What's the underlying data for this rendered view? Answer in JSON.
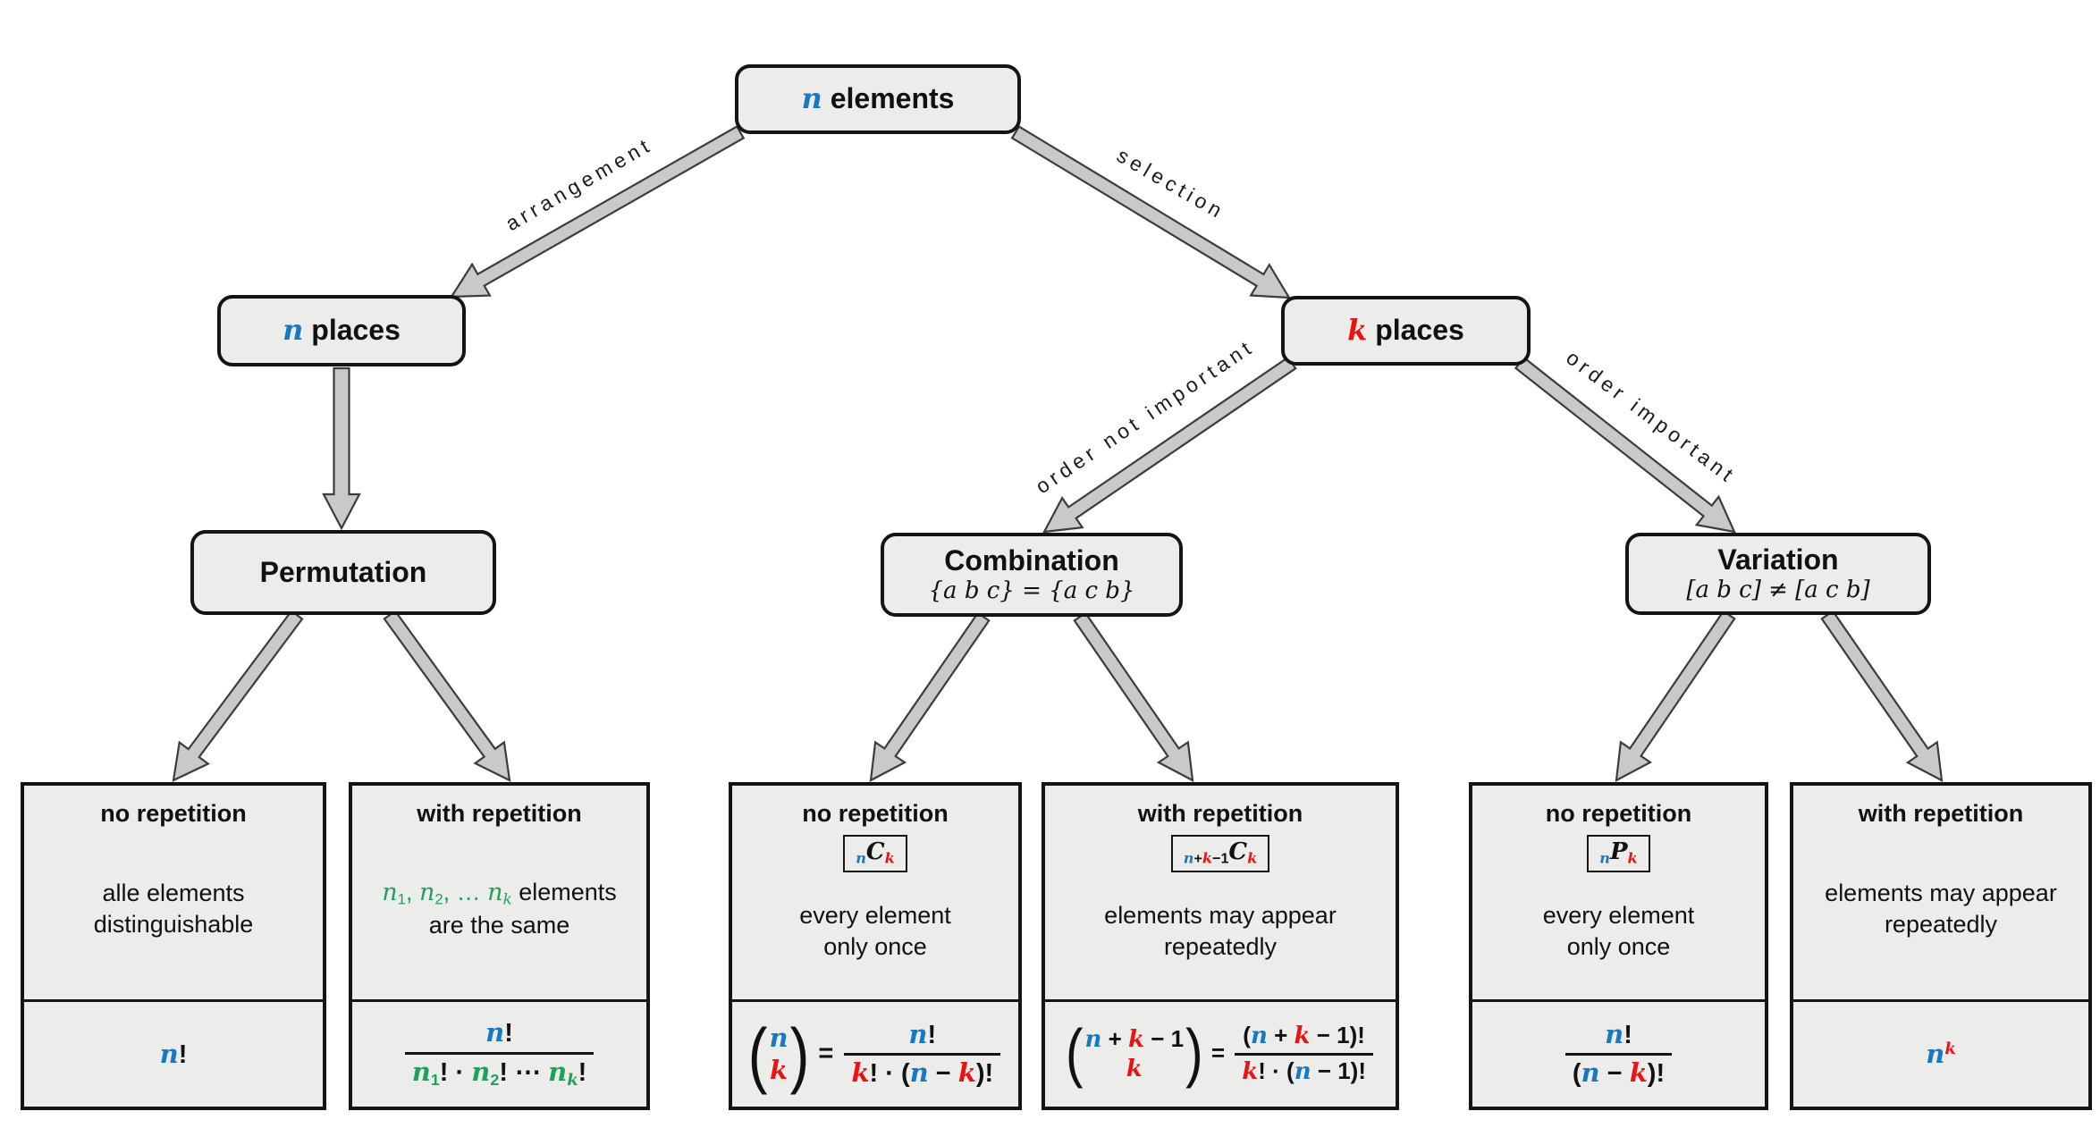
{
  "colors": {
    "accent_blue": "#1878c2",
    "accent_red": "#ee1111",
    "accent_green": "#21a05c",
    "box_fill": "#ececeb",
    "arrow_fill": "#c9c9c9",
    "border": "#141414"
  },
  "nodes": {
    "root": {
      "title": [
        {
          "t": "n",
          "k": "var",
          "c": "blue"
        },
        {
          "t": " elements"
        }
      ]
    },
    "n_places": {
      "title": [
        {
          "t": "n",
          "k": "var",
          "c": "blue"
        },
        {
          "t": " places"
        }
      ]
    },
    "k_places": {
      "title": [
        {
          "t": "k",
          "k": "var",
          "c": "red"
        },
        {
          "t": " places"
        }
      ]
    },
    "permutation": {
      "title": "Permutation"
    },
    "combination": {
      "title": "Combination",
      "subtitle": "{a b c} = {a c b}"
    },
    "variation": {
      "title": "Variation",
      "subtitle": "[a b c] ≠ [a c b]"
    }
  },
  "edges": {
    "arrangement": "arrangement",
    "selection": "selection",
    "order_not_important": "order not important",
    "order_important": "order important"
  },
  "leaves": [
    {
      "heading": "no repetition",
      "desc": {
        "kind": "lines",
        "lines": [
          [
            {
              "t": "alle elements"
            }
          ],
          [
            {
              "t": "distinguishable"
            }
          ]
        ]
      },
      "formula": [
        {
          "t": "n",
          "k": "var",
          "c": "blue"
        },
        {
          "t": "!"
        }
      ]
    },
    {
      "heading": "with repetition",
      "desc": {
        "kind": "lines",
        "lines": [
          [
            {
              "t": "n",
              "k": "var",
              "c": "green"
            },
            {
              "t": "1",
              "c": "green",
              "s": "sub"
            },
            {
              "t": ", ",
              "c": "green"
            },
            {
              "t": "n",
              "k": "var",
              "c": "green"
            },
            {
              "t": "2",
              "c": "green",
              "s": "sub"
            },
            {
              "t": ", … ",
              "c": "green"
            },
            {
              "t": "n",
              "k": "var",
              "c": "green"
            },
            {
              "t": "k",
              "k": "var",
              "c": "green",
              "s": "sub"
            },
            {
              "t": " elements"
            }
          ],
          [
            {
              "t": "are the same"
            }
          ]
        ]
      },
      "formula": {
        "kind": "frac",
        "num": [
          {
            "t": "n",
            "k": "var",
            "c": "blue"
          },
          {
            "t": "!"
          }
        ],
        "den": [
          {
            "t": "n",
            "k": "var",
            "c": "green"
          },
          {
            "t": "1",
            "c": "green",
            "s": "sub"
          },
          {
            "t": "! · "
          },
          {
            "t": "n",
            "k": "var",
            "c": "green"
          },
          {
            "t": "2",
            "c": "green",
            "s": "sub"
          },
          {
            "t": "! ⋯ "
          },
          {
            "t": "n",
            "k": "var",
            "c": "green"
          },
          {
            "t": "k",
            "k": "var",
            "c": "green",
            "s": "sub"
          },
          {
            "t": "!"
          }
        ]
      }
    },
    {
      "heading": "no repetition",
      "badge": [
        {
          "t": "n",
          "k": "var",
          "c": "blue",
          "s": "sub"
        },
        {
          "t": "C",
          "k": "var"
        },
        {
          "t": "k",
          "k": "var",
          "c": "red",
          "s": "sub"
        }
      ],
      "desc": {
        "kind": "lines",
        "lines": [
          [
            {
              "t": "every element"
            }
          ],
          [
            {
              "t": "only once"
            }
          ]
        ]
      },
      "formula": [
        {
          "kind": "binom",
          "top": [
            {
              "t": "n",
              "k": "var",
              "c": "blue"
            }
          ],
          "bottom": [
            {
              "t": "k",
              "k": "var",
              "c": "red"
            }
          ]
        },
        {
          "t": " = "
        },
        {
          "kind": "frac",
          "num": [
            {
              "t": "n",
              "k": "var",
              "c": "blue"
            },
            {
              "t": "!"
            }
          ],
          "den": [
            {
              "t": "k",
              "k": "var",
              "c": "red"
            },
            {
              "t": "! · ("
            },
            {
              "t": "n",
              "k": "var",
              "c": "blue"
            },
            {
              "t": " − "
            },
            {
              "t": "k",
              "k": "var",
              "c": "red"
            },
            {
              "t": ")!"
            }
          ]
        }
      ]
    },
    {
      "heading": "with repetition",
      "badge": [
        {
          "t": "n",
          "k": "var",
          "c": "blue",
          "s": "sub"
        },
        {
          "t": "+",
          "s": "sub"
        },
        {
          "t": "k",
          "k": "var",
          "c": "red",
          "s": "sub"
        },
        {
          "t": "−1",
          "s": "sub"
        },
        {
          "t": "C",
          "k": "var"
        },
        {
          "t": "k",
          "k": "var",
          "c": "red",
          "s": "sub"
        }
      ],
      "desc": {
        "kind": "lines",
        "lines": [
          [
            {
              "t": "elements may appear"
            }
          ],
          [
            {
              "t": "repeatedly"
            }
          ]
        ]
      },
      "formula": [
        {
          "kind": "binom",
          "top": [
            {
              "t": "n",
              "k": "var",
              "c": "blue"
            },
            {
              "t": " + "
            },
            {
              "t": "k",
              "k": "var",
              "c": "red"
            },
            {
              "t": " − 1"
            }
          ],
          "bottom": [
            {
              "t": "k",
              "k": "var",
              "c": "red"
            }
          ]
        },
        {
          "t": " = "
        },
        {
          "kind": "frac",
          "num": [
            {
              "t": "("
            },
            {
              "t": "n",
              "k": "var",
              "c": "blue"
            },
            {
              "t": " + "
            },
            {
              "t": "k",
              "k": "var",
              "c": "red"
            },
            {
              "t": " − 1)!"
            }
          ],
          "den": [
            {
              "t": "k",
              "k": "var",
              "c": "red"
            },
            {
              "t": "! · ("
            },
            {
              "t": "n",
              "k": "var",
              "c": "blue"
            },
            {
              "t": " − 1)!"
            }
          ]
        }
      ]
    },
    {
      "heading": "no repetition",
      "badge": [
        {
          "t": "n",
          "k": "var",
          "c": "blue",
          "s": "sub"
        },
        {
          "t": "P",
          "k": "var"
        },
        {
          "t": "k",
          "k": "var",
          "c": "red",
          "s": "sub"
        }
      ],
      "desc": {
        "kind": "lines",
        "lines": [
          [
            {
              "t": "every element"
            }
          ],
          [
            {
              "t": "only once"
            }
          ]
        ]
      },
      "formula": {
        "kind": "frac",
        "num": [
          {
            "t": "n",
            "k": "var",
            "c": "blue"
          },
          {
            "t": "!"
          }
        ],
        "den": [
          {
            "t": "("
          },
          {
            "t": "n",
            "k": "var",
            "c": "blue"
          },
          {
            "t": " − "
          },
          {
            "t": "k",
            "k": "var",
            "c": "red"
          },
          {
            "t": ")!"
          }
        ]
      }
    },
    {
      "heading": "with repetition",
      "desc": {
        "kind": "lines",
        "lines": [
          [
            {
              "t": "elements may appear"
            }
          ],
          [
            {
              "t": "repeatedly"
            }
          ]
        ]
      },
      "formula": [
        {
          "t": "n",
          "k": "var",
          "c": "blue"
        },
        {
          "t": "k",
          "k": "var",
          "c": "red",
          "s": "sup"
        }
      ]
    }
  ]
}
